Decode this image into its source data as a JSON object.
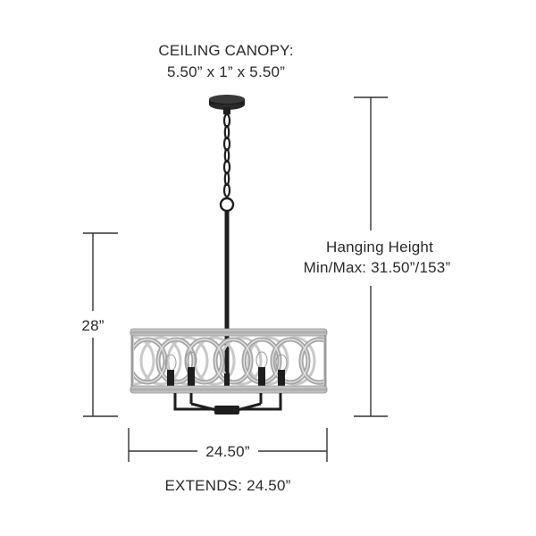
{
  "canopy": {
    "title": "CEILING CANOPY:",
    "size": "5.50” x 1” x 5.50”"
  },
  "hanging": {
    "title": "Hanging Height",
    "range": "Min/Max: 31.50”/153”"
  },
  "height_label": "28”",
  "width_label": "24.50”",
  "extends_label": "EXTENDS: 24.50”",
  "colors": {
    "text": "#2a2a2a",
    "dimension_line": "#333333",
    "metal_black": "#1e1e1e",
    "brushed_nickel": "#b9b9b9",
    "nickel_dark": "#8c8c8c"
  }
}
